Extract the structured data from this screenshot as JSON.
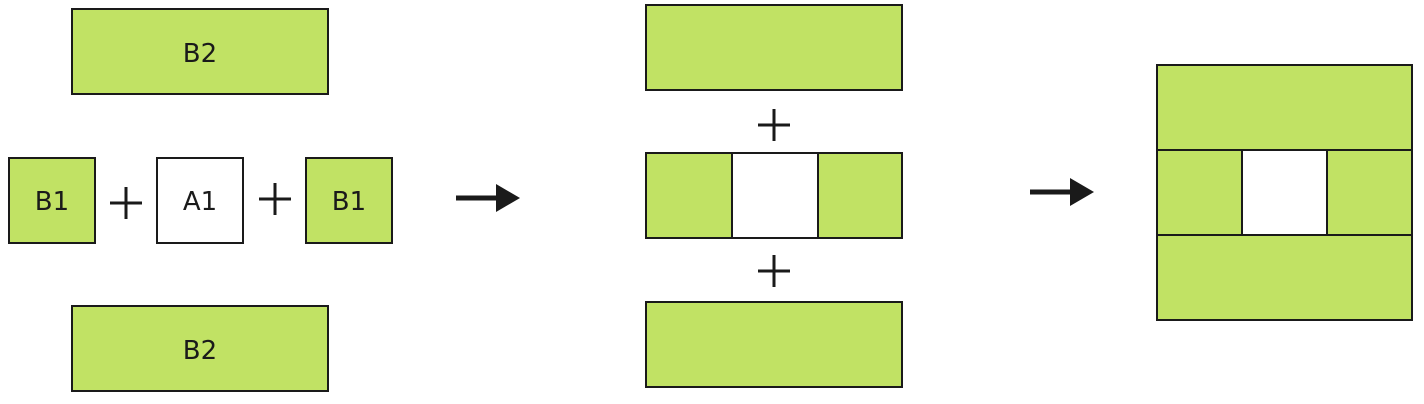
{
  "colors": {
    "green": "#c1e264",
    "white": "#ffffff",
    "stroke": "#1a1a1a"
  },
  "labels": {
    "b2": "B2",
    "b1": "B1",
    "a1": "A1"
  },
  "symbols": {
    "plus": "+",
    "arrow": "arrow-right-icon"
  }
}
